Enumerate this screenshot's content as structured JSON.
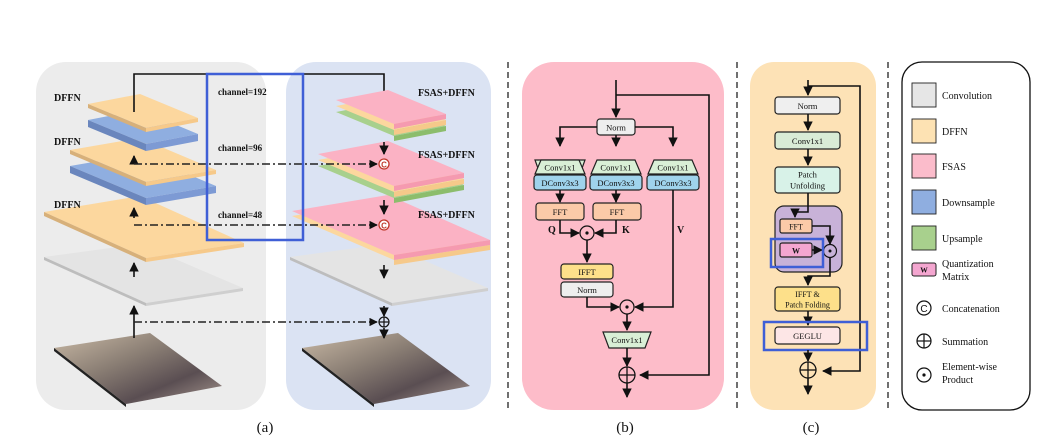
{
  "panel_a": {
    "caption": "(a)",
    "encoder_labels": [
      "DFFN",
      "DFFN",
      "DFFN"
    ],
    "decoder_labels": [
      "FSAS+DFFN",
      "FSAS+DFFN",
      "FSAS+DFFN"
    ],
    "channel_labels": [
      "channel=192",
      "channel=96",
      "channel=48"
    ],
    "concat_symbol": "C",
    "sum_symbol": "+"
  },
  "panel_b": {
    "caption": "(b)",
    "norm_top": "Norm",
    "conv_labels": [
      "Conv1x1",
      "Conv1x1",
      "Conv1x1"
    ],
    "dconv_labels": [
      "DConv3x3",
      "DConv3x3",
      "DConv3x3"
    ],
    "fft_labels": [
      "FFT",
      "FFT"
    ],
    "q_label": "Q",
    "k_label": "K",
    "v_label": "V",
    "ifft": "IFFT",
    "norm_bottom": "Norm",
    "conv_out": "Conv1x1"
  },
  "panel_c": {
    "caption": "(c)",
    "norm": "Norm",
    "conv": "Conv1x1",
    "patch_unfold_1": "Patch",
    "patch_unfold_2": "Unfolding",
    "fft": "FFT",
    "w": "W",
    "ifft_1": "IFFT &",
    "ifft_2": "Patch Folding",
    "geglu": "GEGLU"
  },
  "legend": {
    "items": [
      {
        "label": "Convolution",
        "color": "#e6e6e6"
      },
      {
        "label": "DFFN",
        "color": "#fde2b3"
      },
      {
        "label": "FSAS",
        "color": "#fbbccb"
      },
      {
        "label": "Downsample",
        "color": "#8faee0"
      },
      {
        "label": "Upsample",
        "color": "#a8d08d"
      }
    ],
    "quant_1": "Quantization",
    "quant_2": "Matrix",
    "quant_w": "W",
    "concat": "Concatenation",
    "summation": "Summation",
    "elem_1": "Element-wise",
    "elem_2": "Product"
  },
  "colors": {
    "highlight": "#3f5fd6",
    "panel_a_left": "#ececec",
    "panel_a_right": "#dbe3f3",
    "panel_b": "#fdbcc9",
    "panel_c": "#fde2b6",
    "purple_box": "#c8b2d8"
  }
}
